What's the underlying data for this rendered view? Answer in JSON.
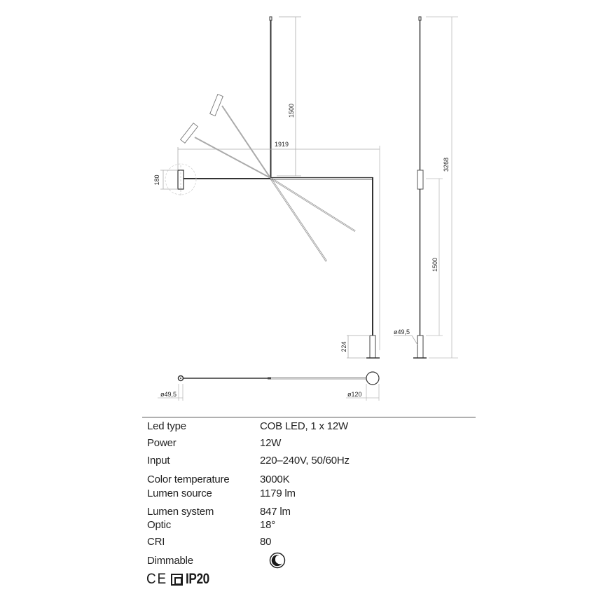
{
  "drawing": {
    "front_view": {
      "dimensions": {
        "arm_width": "1919",
        "upper_height": "1500",
        "head_height": "180",
        "base_height": "224"
      }
    },
    "side_view": {
      "dimensions": {
        "total_height": "3268",
        "lower_height": "1500",
        "base_diameter": "ø49,5"
      }
    },
    "top_view": {
      "dimensions": {
        "head_diameter": "ø49,5",
        "base_diameter": "ø120"
      }
    }
  },
  "specs": [
    {
      "label": "Led type",
      "value": "COB LED, 1 x 12W"
    },
    {
      "label": "Power",
      "value": "12W"
    },
    {
      "label": "Input",
      "value": "220–240V, 50/60Hz"
    },
    {
      "label": "Color temperature",
      "value": "3000K"
    },
    {
      "label": "Lumen source",
      "value": "1179 lm"
    },
    {
      "label": "Lumen system",
      "value": "847 lm"
    },
    {
      "label": "Optic",
      "value": "18°"
    },
    {
      "label": "CRI",
      "value": "80"
    },
    {
      "label": "Dimmable",
      "value": ""
    }
  ],
  "certifications": {
    "ce": "CE",
    "ip_rating": "IP20"
  }
}
